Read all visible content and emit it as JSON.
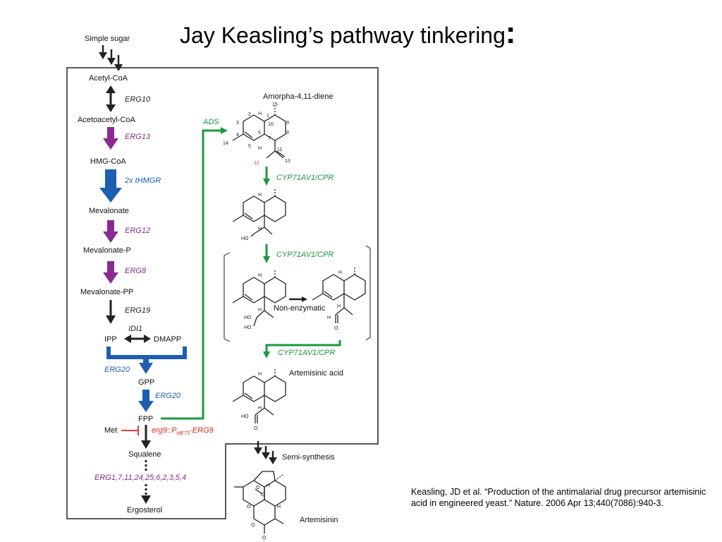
{
  "title": "Jay Keasling’s pathway tinkering",
  "title_colon": ":",
  "citation": "Keasling, JD et al. “Production of the antimalarial drug precursor artemisinic acid in engineered yeast.” Nature. 2006 Apr 13;440(7086):940-3.",
  "colors": {
    "purple": "#8b2a92",
    "blue": "#1c5fb0",
    "green": "#1a9a3c",
    "red": "#e0241b",
    "dark": "#222222"
  },
  "pathway": {
    "metabolites": {
      "simple_sugar": "Simple sugar",
      "acetyl_coa": "Acetyl-CoA",
      "acetoacetyl_coa": "Acetoacetyl-CoA",
      "hmg_coa": "HMG-CoA",
      "mevalonate": "Mevalonate",
      "mevalonate_p": "Mevalonate-P",
      "mevalonate_pp": "Mevalonate-PP",
      "ipp": "IPP",
      "dmapp": "DMAPP",
      "gpp": "GPP",
      "fpp": "FPP",
      "met": "Met",
      "squalene": "Squalene",
      "ergosterol": "Ergosterol"
    },
    "enzymes": {
      "erg10": "ERG10",
      "erg13": "ERG13",
      "thmgr": "2x tHMGR",
      "erg12": "ERG12",
      "erg8": "ERG8",
      "erg19": "ERG19",
      "idi1": "IDI1",
      "erg20_a": "ERG20",
      "erg20_b": "ERG20",
      "erg9_prefix": "erg9::P",
      "erg9_sub": "MET3",
      "erg9_suffix": "-ERG9",
      "erg_list": "ERG1,7,11,24,25,6,2,3,5,4"
    },
    "artemisinin_branch": {
      "ads": "ADS",
      "amorphadiene": "Amorpha-4,11-diene",
      "cyp_1": "CYP71AV1/CPR",
      "cyp_2": "CYP71AV1/CPR",
      "cyp_3": "CYP71AV1/CPR",
      "non_enzymatic": "Non-enzymatic",
      "artemisinic_acid": "Artemisinic acid",
      "semi_synthesis": "Semi-synthesis",
      "artemisinin": "Artemisinin"
    },
    "structure_labels": {
      "h": "H",
      "ho": "HO",
      "o": "O",
      "n15": "15",
      "n1": "1",
      "n2": "2",
      "n3": "3",
      "n4": "4",
      "n5": "5",
      "n6": "6",
      "n7": "7",
      "n8": "8",
      "n9": "9",
      "n10": "10",
      "n11": "11",
      "n12": "12",
      "n13": "13",
      "n14": "14"
    }
  }
}
